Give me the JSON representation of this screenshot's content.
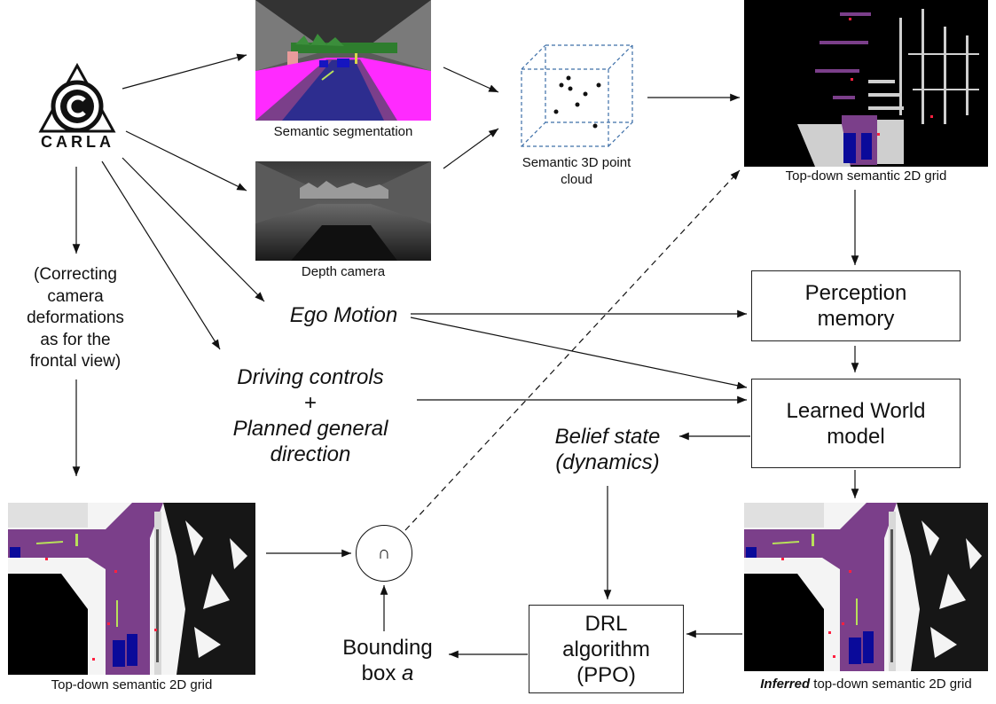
{
  "logo": {
    "text": "CARLA"
  },
  "images": {
    "semantic_segmentation": {
      "caption": "Semantic segmentation"
    },
    "depth_camera": {
      "caption": "Depth camera"
    },
    "point_cloud": {
      "caption_line1": "Semantic 3D point",
      "caption_line2": "cloud"
    },
    "topdown_top": {
      "caption": "Top-down semantic 2D grid"
    },
    "topdown_bottom_left": {
      "caption": "Top-down semantic 2D grid"
    },
    "topdown_inferred": {
      "caption_bold": "Inferred",
      "caption_rest": " top-down semantic 2D grid"
    }
  },
  "labels": {
    "correcting": [
      "(Correcting",
      "camera",
      "deformations",
      "as for the",
      "frontal view)"
    ],
    "ego_motion": "Ego Motion",
    "driving_controls": "Driving controls",
    "plus": "+",
    "planned_line1": "Planned general",
    "planned_line2": "direction",
    "belief_line1": "Belief state",
    "belief_line2": "(dynamics)",
    "bounding_line1": "Bounding",
    "bounding_line2_prefix": "box ",
    "bounding_line2_var": "a",
    "intersection_symbol": "∩"
  },
  "boxes": {
    "perception_memory": [
      "Perception",
      "memory"
    ],
    "world_model": [
      "Learned World",
      "model"
    ],
    "drl": [
      "DRL",
      "algorithm",
      "(PPO)"
    ]
  },
  "colors": {
    "road_purple": "#7b3f8a",
    "magenta": "#ff2aff",
    "road_blue": "#2d2d8f",
    "vehicle_blue": "#0a0a9a",
    "point_cloud_edge": "#3d6fa8",
    "arrow": "#111111"
  }
}
